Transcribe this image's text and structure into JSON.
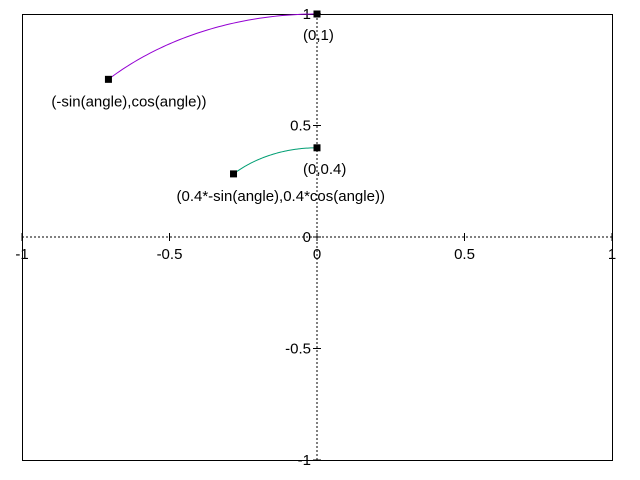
{
  "chart_data": {
    "type": "line",
    "xlim": [
      -1,
      1
    ],
    "ylim": [
      -1,
      1
    ],
    "x_ticks": [
      -1,
      -0.5,
      0,
      0.5,
      1
    ],
    "y_ticks": [
      -1,
      -0.5,
      0,
      0.5,
      1
    ],
    "x_tick_labels": [
      "-1",
      "-0.5",
      "0",
      "0.5",
      "1"
    ],
    "y_tick_labels": [
      "-1",
      "-0.5",
      "0",
      "0.5",
      "1"
    ],
    "axes_zero_lines": "dotted",
    "grid": false,
    "series": [
      {
        "color": "#9400d3",
        "radius": 1.0,
        "angle_range_deg": [
          0,
          45
        ],
        "start_point": [
          0,
          1
        ],
        "end_point": [
          -0.707,
          0.707
        ],
        "start_label": "(0,1)",
        "end_label": "(-sin(angle),cos(angle))"
      },
      {
        "color": "#009e73",
        "radius": 0.4,
        "angle_range_deg": [
          0,
          45
        ],
        "start_point": [
          0,
          0.4
        ],
        "end_point": [
          -0.283,
          0.283
        ],
        "start_label": "(0,0.4)",
        "end_label": "(0.4*-sin(angle),0.4*cos(angle))"
      }
    ]
  }
}
